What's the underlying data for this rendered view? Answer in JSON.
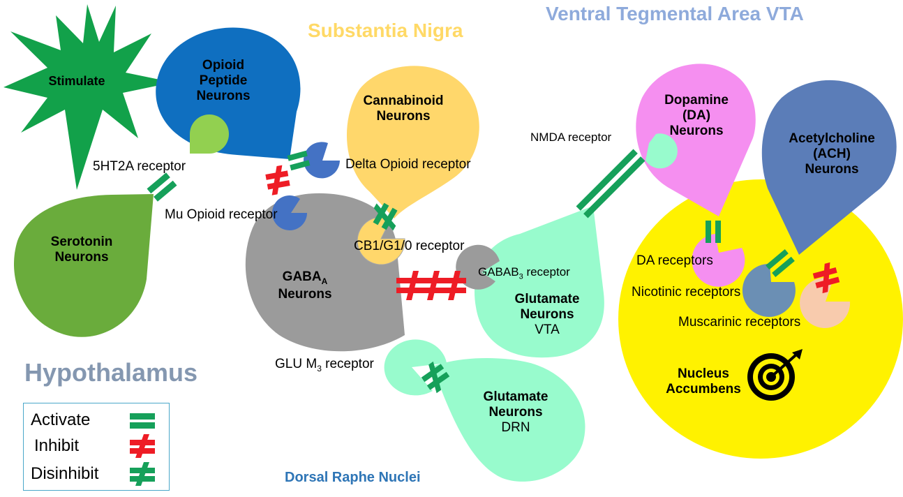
{
  "regions": {
    "substantia_nigra": "Substantia Nigra",
    "vta": "Ventral Tegmental Area VTA",
    "hypothalamus": "Hypothalamus",
    "dorsal_raphe": "Dorsal Raphe Nuclei"
  },
  "neurons": {
    "stimulate": "Stimulate",
    "opioid": [
      "Opioid",
      "Peptide",
      "Neurons"
    ],
    "cannabinoid": [
      "Cannabinoid",
      "Neurons"
    ],
    "serotonin": [
      "Serotonin",
      "Neurons"
    ],
    "gaba": {
      "main": "GABA",
      "sub": "A",
      "line2": "Neurons"
    },
    "dopamine": [
      "Dopamine",
      "(DA)",
      "Neurons"
    ],
    "acetylcholine": [
      "Acetylcholine",
      "(ACH)",
      "Neurons"
    ],
    "glutamate_vta": [
      "Glutamate",
      "Neurons",
      "VTA"
    ],
    "glutamate_drn": [
      "Glutamate",
      "Neurons",
      "DRN"
    ],
    "nucleus": [
      "Nucleus",
      "Accumbens"
    ]
  },
  "receptors": {
    "ht2a": "5HT2A receptor",
    "mu": "Mu Opioid receptor",
    "delta": "Delta Opioid receptor",
    "cb1": "CB1/G1/0 receptor",
    "nmda": "NMDA receptor",
    "gabab": {
      "main": "GABAB",
      "sub": "3",
      "tail": " receptor"
    },
    "glu": {
      "main": "GLU M",
      "sub": "3",
      "tail": " receptor"
    },
    "da": "DA receptors",
    "nicotinic": "Nicotinic receptors",
    "muscarinic": "Muscarinic receptors"
  },
  "legend": {
    "activate": "Activate",
    "inhibit": "Inhibit",
    "disinhibit": "Disinhibit"
  },
  "colors": {
    "activate": "#16a05a",
    "inhibit": "#ee1c25",
    "disinhibit": "#16a05a",
    "stimulate": "#12a14a",
    "opioid": "#0f6fc0",
    "cannabinoid": "#ffd76b",
    "serotonin": "#6aac3c",
    "gaba": "#9b9b9b",
    "dopamine": "#f58ff0",
    "acetylcholine": "#5b7db8",
    "glutamate": "#98fbcd",
    "nucleus": "#fff200",
    "ht2a": "#92d050",
    "opioid_receptor": "#4472c4",
    "muscarinic": "#f8cbad",
    "nicotinic": "#6b8fb4",
    "region_sn": "#ffd966",
    "region_vta": "#8eaadb",
    "region_hypo": "#8497b0",
    "region_drn": "#2e75b6"
  },
  "icons": [
    "target-icon",
    "activate-icon",
    "inhibit-icon",
    "disinhibit-icon"
  ]
}
